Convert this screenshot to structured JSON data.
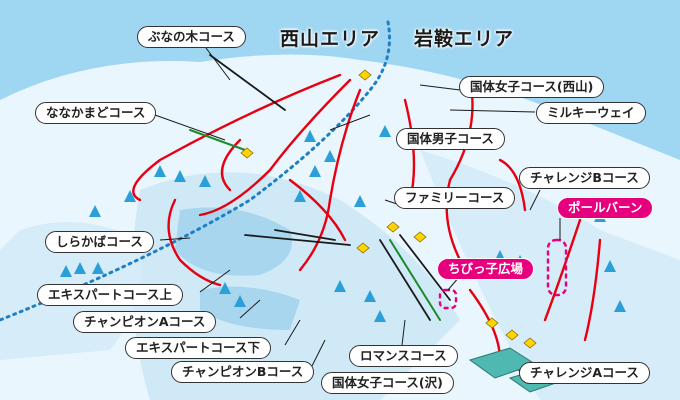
{
  "areas": {
    "west": "西山エリア",
    "east": "岩鞍エリア"
  },
  "courses": {
    "bunanoki": "ぶなの木コース",
    "kokutai_joshi_nishiyama": "国体女子コース(西山)",
    "milky_way": "ミルキーウェイ",
    "nanakamado": "ななかまどコース",
    "kokutai_danshi": "国体男子コース",
    "challenge_b": "チャレンジBコース",
    "family": "ファミリーコース",
    "pole_burn": "ポールバーン",
    "shirakaba": "しらかばコース",
    "chibikko_hiroba": "ちびっ子広場",
    "expert_upper": "エキスパートコース上",
    "champion_a": "チャンピオンAコース",
    "expert_lower": "エキスパートコース下",
    "romance": "ロマンスコース",
    "champion_b": "チャンピオンBコース",
    "challenge_a": "チャレンジAコース",
    "kokutai_joshi_sawa": "国体女子コース(沢)"
  },
  "colors": {
    "snow": "#e9f6fd",
    "sky": "#9fd6f2",
    "course_red": "#e60012",
    "lift_green": "#1a8a2a",
    "highlight_pink": "#e6007e",
    "border_line": "#1f7fc4"
  }
}
